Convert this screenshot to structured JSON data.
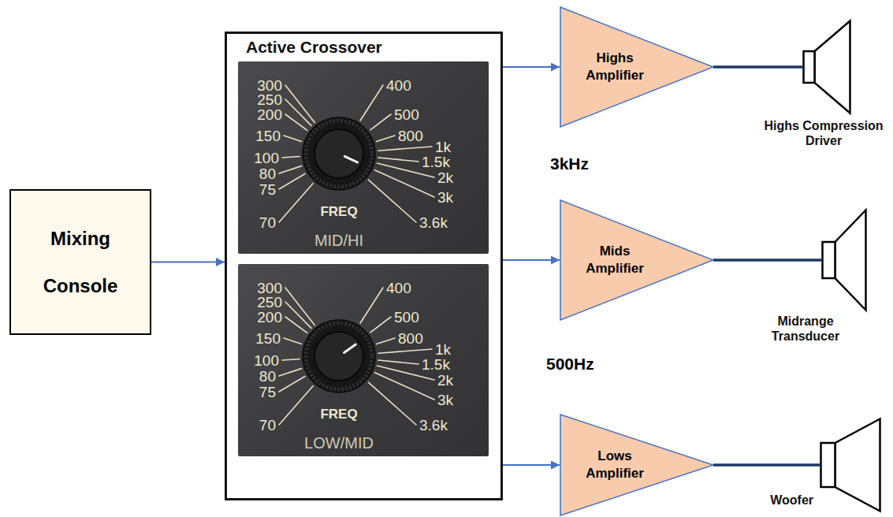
{
  "diagram": {
    "nodes": [
      {
        "text": [
          "Mixing Console"
        ]
      },
      {
        "text": [
          "Active Crossover"
        ]
      },
      {
        "text": [
          "300",
          "250",
          "200",
          "150",
          "100",
          "80",
          "75",
          "70",
          "FREQ",
          "400",
          "500",
          "800",
          "1k",
          "1.5k",
          "2k",
          "3k",
          "3.6k",
          "MID/HI"
        ],
        "in": 1
      },
      {
        "text": [
          "300",
          "250",
          "200",
          "150",
          "100",
          "80",
          "75",
          "70",
          "FREQ",
          "400",
          "500",
          "800",
          "1k",
          "1.5k",
          "2k",
          "3k",
          "3.6k",
          "LOW/MID"
        ],
        "in": 1
      },
      {
        "text": [
          "Highs Amplifier"
        ]
      },
      {
        "text": [
          "Highs Compression Driver"
        ]
      },
      {
        "text": [
          "Mids Amplifier"
        ]
      },
      {
        "text": [
          "Midrange Transducer"
        ]
      },
      {
        "text": [
          "Lows Amplifier"
        ]
      },
      {
        "text": [
          "Woofer"
        ]
      }
    ],
    "edges": [
      {
        "from": 0,
        "to": 1,
        "arrow": "to"
      },
      {
        "from": 1,
        "to": 4,
        "arrow": "to"
      },
      {
        "from": 1,
        "to": 6,
        "arrow": "to"
      },
      {
        "from": 1,
        "to": 8,
        "arrow": "to"
      },
      {
        "from": 4,
        "to": 5,
        "arrow": "none"
      },
      {
        "from": 6,
        "to": 7,
        "arrow": "none"
      },
      {
        "from": 8,
        "to": 9,
        "arrow": "none"
      }
    ],
    "labels": [
      "3kHz",
      "500Hz"
    ]
  }
}
